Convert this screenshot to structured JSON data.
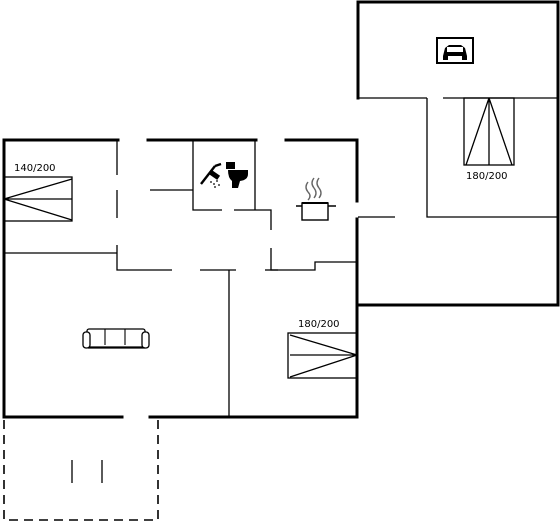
{
  "bed_labels": {
    "bedroom_left": "140/200",
    "bedroom_right_top": "180/200",
    "bedroom_bottom": "180/200"
  },
  "icons": {
    "car": "car-icon",
    "shower": "shower-icon",
    "toilet": "toilet-icon",
    "stove": "cooking-pot-icon",
    "sofa": "sofa-icon"
  }
}
